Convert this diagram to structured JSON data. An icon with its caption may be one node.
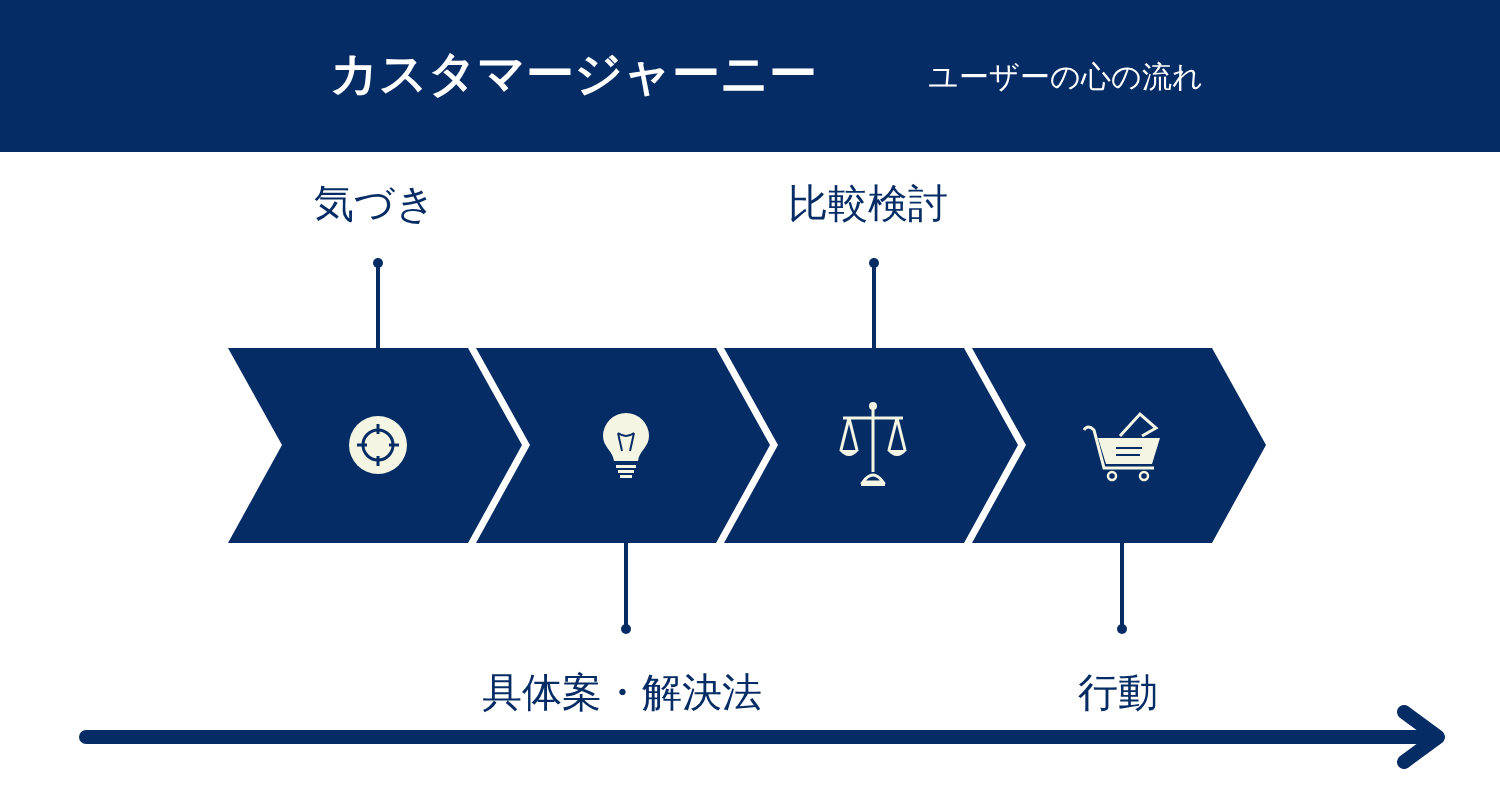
{
  "diagram": {
    "title": "カスタマージャーニー",
    "caption": "ユーザーの心の流れ",
    "nodes": [
      {
        "text": [],
        "shape": "chevron"
      },
      {
        "text": [],
        "shape": "chevron"
      },
      {
        "text": [],
        "shape": "chevron"
      },
      {
        "text": [],
        "shape": "chevron"
      },
      {
        "text": [
          "気づき"
        ]
      },
      {
        "text": [
          "比較検討"
        ]
      },
      {
        "text": [
          "具体案・解決法"
        ]
      },
      {
        "text": [
          "行動"
        ]
      }
    ],
    "edges": [
      {
        "from": 4,
        "to": 0,
        "arrow": "other"
      },
      {
        "from": 5,
        "to": 2,
        "arrow": "other"
      },
      {
        "from": 6,
        "to": 1,
        "arrow": "other"
      },
      {
        "from": 7,
        "to": 3,
        "arrow": "other"
      }
    ]
  }
}
